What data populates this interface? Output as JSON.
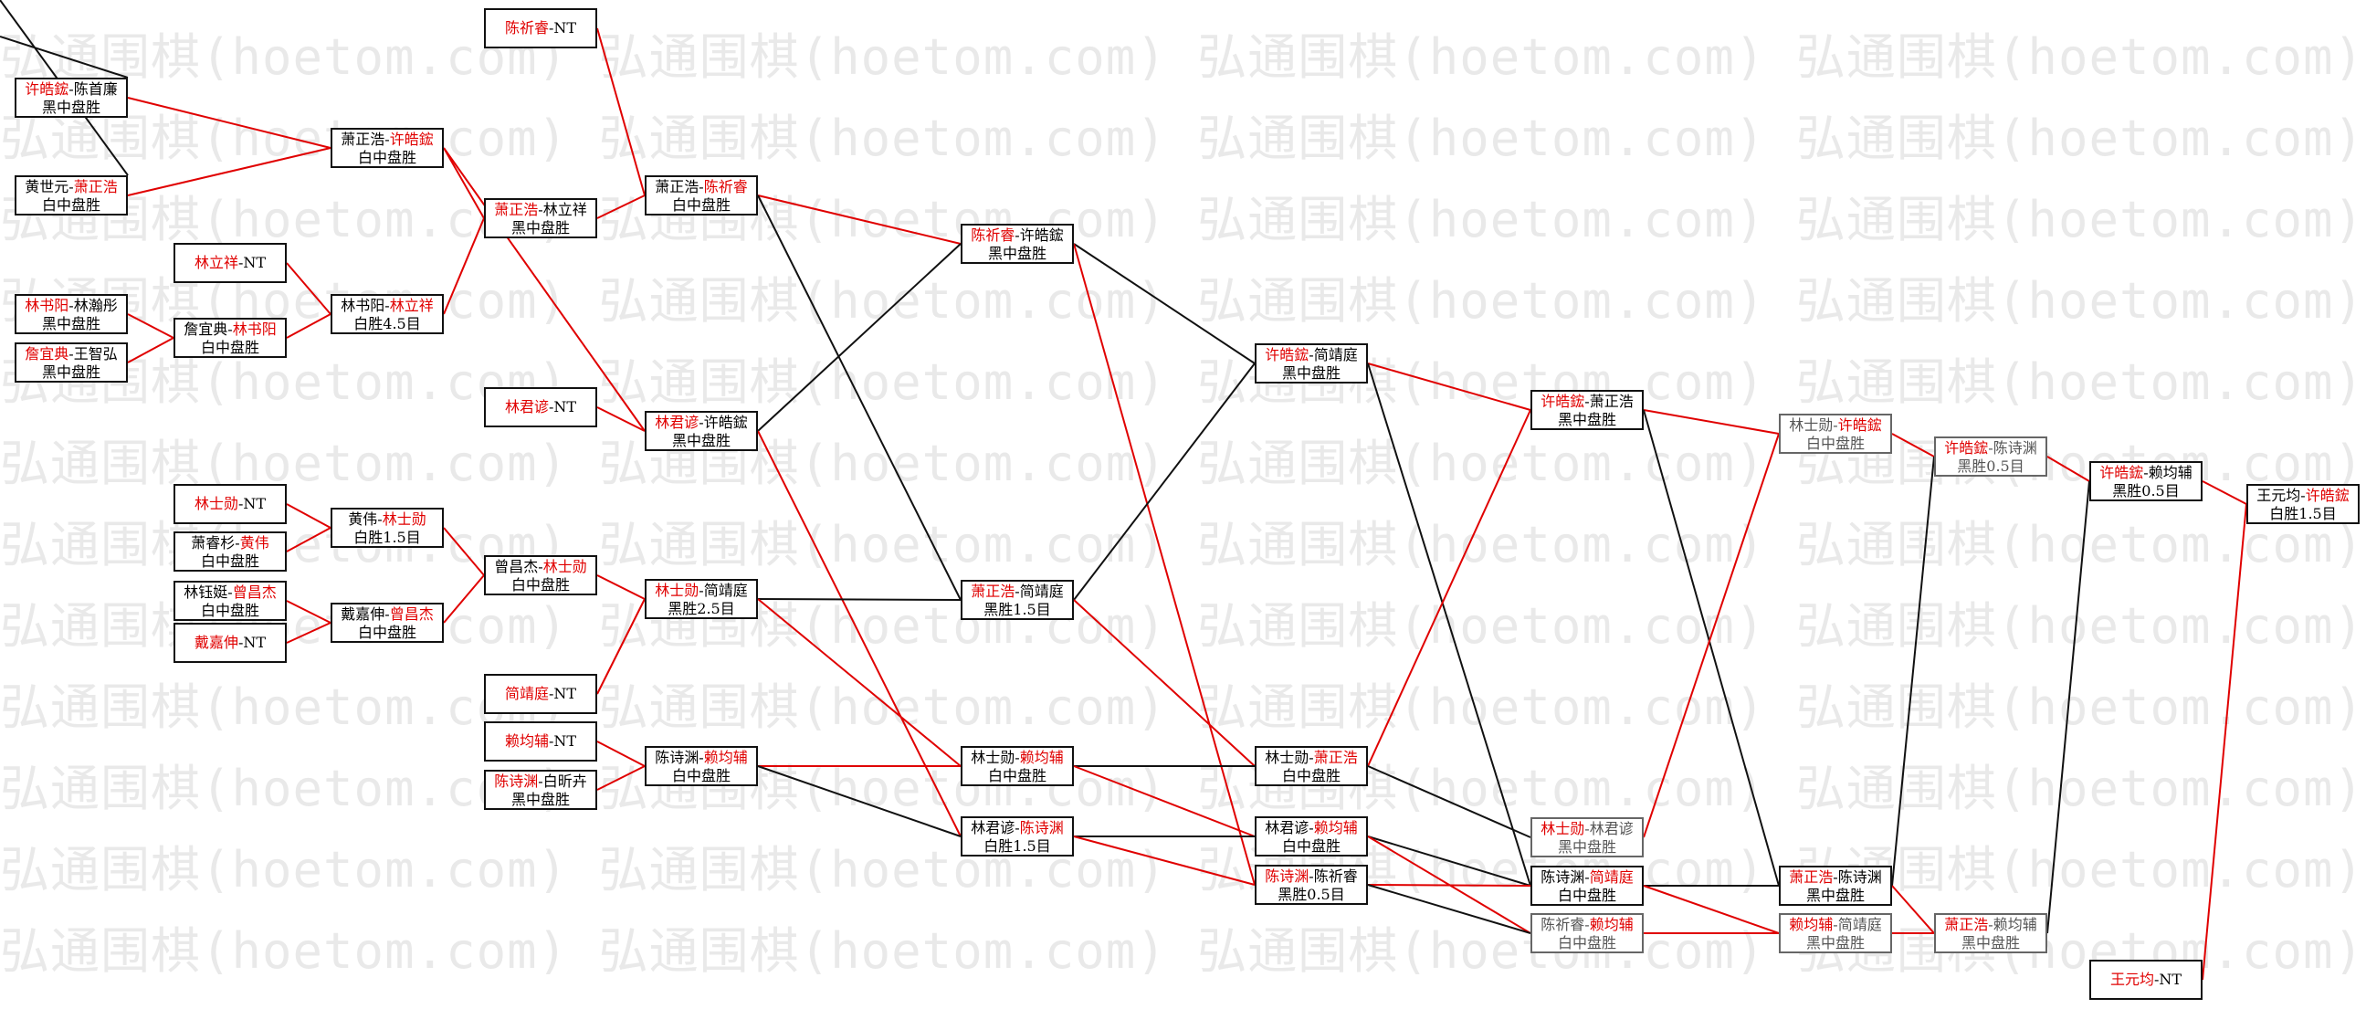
{
  "watermark": "弘通围棋(hoetom.com)",
  "colors": {
    "winner": "#e00000",
    "link": "#e00000",
    "line": "#111111",
    "background": "#ffffff"
  },
  "matches": [
    {
      "id": "m1",
      "p1": "许皓鋐",
      "p2": "陈首廉",
      "win": 1,
      "res": "黑中盘胜"
    },
    {
      "id": "m2",
      "p1": "黄世元",
      "p2": "萧正浩",
      "win": 2,
      "res": "白中盘胜"
    },
    {
      "id": "m3",
      "p1": "林书阳",
      "p2": "林瀚彤",
      "win": 1,
      "res": "黑中盘胜"
    },
    {
      "id": "m4",
      "p1": "詹宜典",
      "p2": "王智弘",
      "win": 1,
      "res": "黑中盘胜"
    },
    {
      "id": "m5",
      "p1": "萧正浩",
      "p2": "许皓鋐",
      "win": 2,
      "res": "白中盘胜"
    },
    {
      "id": "m6",
      "p1": "林立祥",
      "p2": "NT",
      "win": 1,
      "res": ""
    },
    {
      "id": "m7",
      "p1": "詹宜典",
      "p2": "林书阳",
      "win": 2,
      "res": "白中盘胜"
    },
    {
      "id": "m8",
      "p1": "林书阳",
      "p2": "林立祥",
      "win": 2,
      "res": "白胜4.5目"
    },
    {
      "id": "m9",
      "p1": "陈祈睿",
      "p2": "NT",
      "win": 1,
      "res": ""
    },
    {
      "id": "m10",
      "p1": "萧正浩",
      "p2": "林立祥",
      "win": 1,
      "res": "黑中盘胜"
    },
    {
      "id": "m11",
      "p1": "萧正浩",
      "p2": "陈祈睿",
      "win": 2,
      "res": "白中盘胜"
    },
    {
      "id": "m12",
      "p1": "林君谚",
      "p2": "NT",
      "win": 1,
      "res": ""
    },
    {
      "id": "m13",
      "p1": "林君谚",
      "p2": "许皓鋐",
      "win": 1,
      "res": "黑中盘胜"
    },
    {
      "id": "m14",
      "p1": "林士勋",
      "p2": "NT",
      "win": 1,
      "res": ""
    },
    {
      "id": "m15",
      "p1": "萧睿杉",
      "p2": "黄伟",
      "win": 2,
      "res": "白中盘胜"
    },
    {
      "id": "m16",
      "p1": "林钰娗",
      "p2": "曾昌杰",
      "win": 2,
      "res": "白中盘胜"
    },
    {
      "id": "m17",
      "p1": "戴嘉伸",
      "p2": "NT",
      "win": 1,
      "res": ""
    },
    {
      "id": "m18",
      "p1": "黄伟",
      "p2": "林士勋",
      "win": 2,
      "res": "白胜1.5目"
    },
    {
      "id": "m19",
      "p1": "戴嘉伸",
      "p2": "曾昌杰",
      "win": 2,
      "res": "白中盘胜"
    },
    {
      "id": "m20",
      "p1": "曾昌杰",
      "p2": "林士勋",
      "win": 2,
      "res": "白中盘胜"
    },
    {
      "id": "m21",
      "p1": "林士勋",
      "p2": "简靖庭",
      "win": 1,
      "res": "黑胜2.5目"
    },
    {
      "id": "m22",
      "p1": "简靖庭",
      "p2": "NT",
      "win": 1,
      "res": ""
    },
    {
      "id": "m23",
      "p1": "赖均辅",
      "p2": "NT",
      "win": 1,
      "res": ""
    },
    {
      "id": "m24",
      "p1": "陈诗渊",
      "p2": "白昕卉",
      "win": 1,
      "res": "黑中盘胜"
    },
    {
      "id": "m25",
      "p1": "陈诗渊",
      "p2": "赖均辅",
      "win": 2,
      "res": "白中盘胜"
    },
    {
      "id": "m26",
      "p1": "陈祈睿",
      "p2": "许皓鋐",
      "win": 1,
      "res": "黑中盘胜"
    },
    {
      "id": "m27",
      "p1": "萧正浩",
      "p2": "简靖庭",
      "win": 1,
      "res": "黑胜1.5目"
    },
    {
      "id": "m28",
      "p1": "林士勋",
      "p2": "赖均辅",
      "win": 2,
      "res": "白中盘胜"
    },
    {
      "id": "m29",
      "p1": "林君谚",
      "p2": "陈诗渊",
      "win": 2,
      "res": "白胜1.5目"
    },
    {
      "id": "m30",
      "p1": "许皓鋐",
      "p2": "简靖庭",
      "win": 1,
      "res": "黑中盘胜"
    },
    {
      "id": "m31",
      "p1": "林士勋",
      "p2": "萧正浩",
      "win": 2,
      "res": "白中盘胜"
    },
    {
      "id": "m32",
      "p1": "林君谚",
      "p2": "赖均辅",
      "win": 2,
      "res": "白中盘胜"
    },
    {
      "id": "m33",
      "p1": "陈诗渊",
      "p2": "陈祈睿",
      "win": 1,
      "res": "黑胜0.5目"
    },
    {
      "id": "m34",
      "p1": "许皓鋐",
      "p2": "萧正浩",
      "win": 1,
      "res": "黑中盘胜"
    },
    {
      "id": "m35",
      "p1": "林士勋",
      "p2": "林君谚",
      "win": 1,
      "res": "黑中盘胜",
      "grey": true
    },
    {
      "id": "m36",
      "p1": "陈诗渊",
      "p2": "简靖庭",
      "win": 2,
      "res": "白中盘胜"
    },
    {
      "id": "m37",
      "p1": "陈祈睿",
      "p2": "赖均辅",
      "win": 2,
      "res": "白中盘胜",
      "grey": true
    },
    {
      "id": "m38",
      "p1": "林士勋",
      "p2": "许皓鋐",
      "win": 2,
      "res": "白中盘胜",
      "grey": true
    },
    {
      "id": "m39",
      "p1": "萧正浩",
      "p2": "陈诗渊",
      "win": 1,
      "res": "黑中盘胜"
    },
    {
      "id": "m40",
      "p1": "赖均辅",
      "p2": "简靖庭",
      "win": 1,
      "res": "黑中盘胜",
      "grey": true
    },
    {
      "id": "m41",
      "p1": "许皓鋐",
      "p2": "陈诗渊",
      "win": 1,
      "res": "黑胜0.5目",
      "grey": true
    },
    {
      "id": "m42",
      "p1": "萧正浩",
      "p2": "赖均辅",
      "win": 1,
      "res": "黑中盘胜",
      "grey": true
    },
    {
      "id": "m43",
      "p1": "许皓鋐",
      "p2": "赖均辅",
      "win": 1,
      "res": "黑胜0.5目"
    },
    {
      "id": "m44",
      "p1": "王元均",
      "p2": "NT",
      "win": 1,
      "res": ""
    },
    {
      "id": "m45",
      "p1": "王元均",
      "p2": "许皓鋐",
      "win": 2,
      "res": "白胜1.5目"
    }
  ],
  "links": [
    [
      "m1",
      "m5",
      "r"
    ],
    [
      "m2",
      "m5",
      "r"
    ],
    [
      "m5",
      "m10",
      "r"
    ],
    [
      "m5",
      "m13",
      "r"
    ],
    [
      "m3",
      "m7",
      "r"
    ],
    [
      "m4",
      "m7",
      "r"
    ],
    [
      "m6",
      "m8",
      "r"
    ],
    [
      "m7",
      "m8",
      "r"
    ],
    [
      "m8",
      "m10",
      "r"
    ],
    [
      "m9",
      "m11",
      "r"
    ],
    [
      "m10",
      "m11",
      "r"
    ],
    [
      "m12",
      "m13",
      "r"
    ],
    [
      "m11",
      "m26",
      "r"
    ],
    [
      "m11",
      "m27",
      "k"
    ],
    [
      "m13",
      "m26",
      "k"
    ],
    [
      "m13",
      "m29",
      "r"
    ],
    [
      "m14",
      "m18",
      "r"
    ],
    [
      "m15",
      "m18",
      "r"
    ],
    [
      "m16",
      "m19",
      "r"
    ],
    [
      "m17",
      "m19",
      "r"
    ],
    [
      "m18",
      "m20",
      "r"
    ],
    [
      "m19",
      "m20",
      "r"
    ],
    [
      "m20",
      "m21",
      "r"
    ],
    [
      "m22",
      "m21",
      "r"
    ],
    [
      "m21",
      "m27",
      "k"
    ],
    [
      "m21",
      "m28",
      "r"
    ],
    [
      "m23",
      "m25",
      "r"
    ],
    [
      "m24",
      "m25",
      "r"
    ],
    [
      "m25",
      "m28",
      "r"
    ],
    [
      "m25",
      "m29",
      "k"
    ],
    [
      "m26",
      "m30",
      "k"
    ],
    [
      "m26",
      "m33",
      "r"
    ],
    [
      "m27",
      "m30",
      "k"
    ],
    [
      "m27",
      "m31",
      "r"
    ],
    [
      "m28",
      "m31",
      "k"
    ],
    [
      "m28",
      "m32",
      "r"
    ],
    [
      "m29",
      "m32",
      "k"
    ],
    [
      "m29",
      "m33",
      "r"
    ],
    [
      "m30",
      "m34",
      "r"
    ],
    [
      "m30",
      "m36",
      "k"
    ],
    [
      "m31",
      "m34",
      "r"
    ],
    [
      "m31",
      "m35",
      "k"
    ],
    [
      "m32",
      "m36",
      "k"
    ],
    [
      "m32",
      "m37",
      "r"
    ],
    [
      "m33",
      "m36",
      "r"
    ],
    [
      "m33",
      "m37",
      "k"
    ],
    [
      "m34",
      "m38",
      "r"
    ],
    [
      "m34",
      "m39",
      "k"
    ],
    [
      "m35",
      "m38",
      "r"
    ],
    [
      "m36",
      "m39",
      "k"
    ],
    [
      "m36",
      "m40",
      "r"
    ],
    [
      "m37",
      "m40",
      "r"
    ],
    [
      "m38",
      "m41",
      "r"
    ],
    [
      "m39",
      "m41",
      "k"
    ],
    [
      "m39",
      "m42",
      "r"
    ],
    [
      "m40",
      "m42",
      "r"
    ],
    [
      "m41",
      "m43",
      "r"
    ],
    [
      "m42",
      "m43",
      "k"
    ],
    [
      "m43",
      "m45",
      "r"
    ],
    [
      "m44",
      "m45",
      "r"
    ]
  ]
}
